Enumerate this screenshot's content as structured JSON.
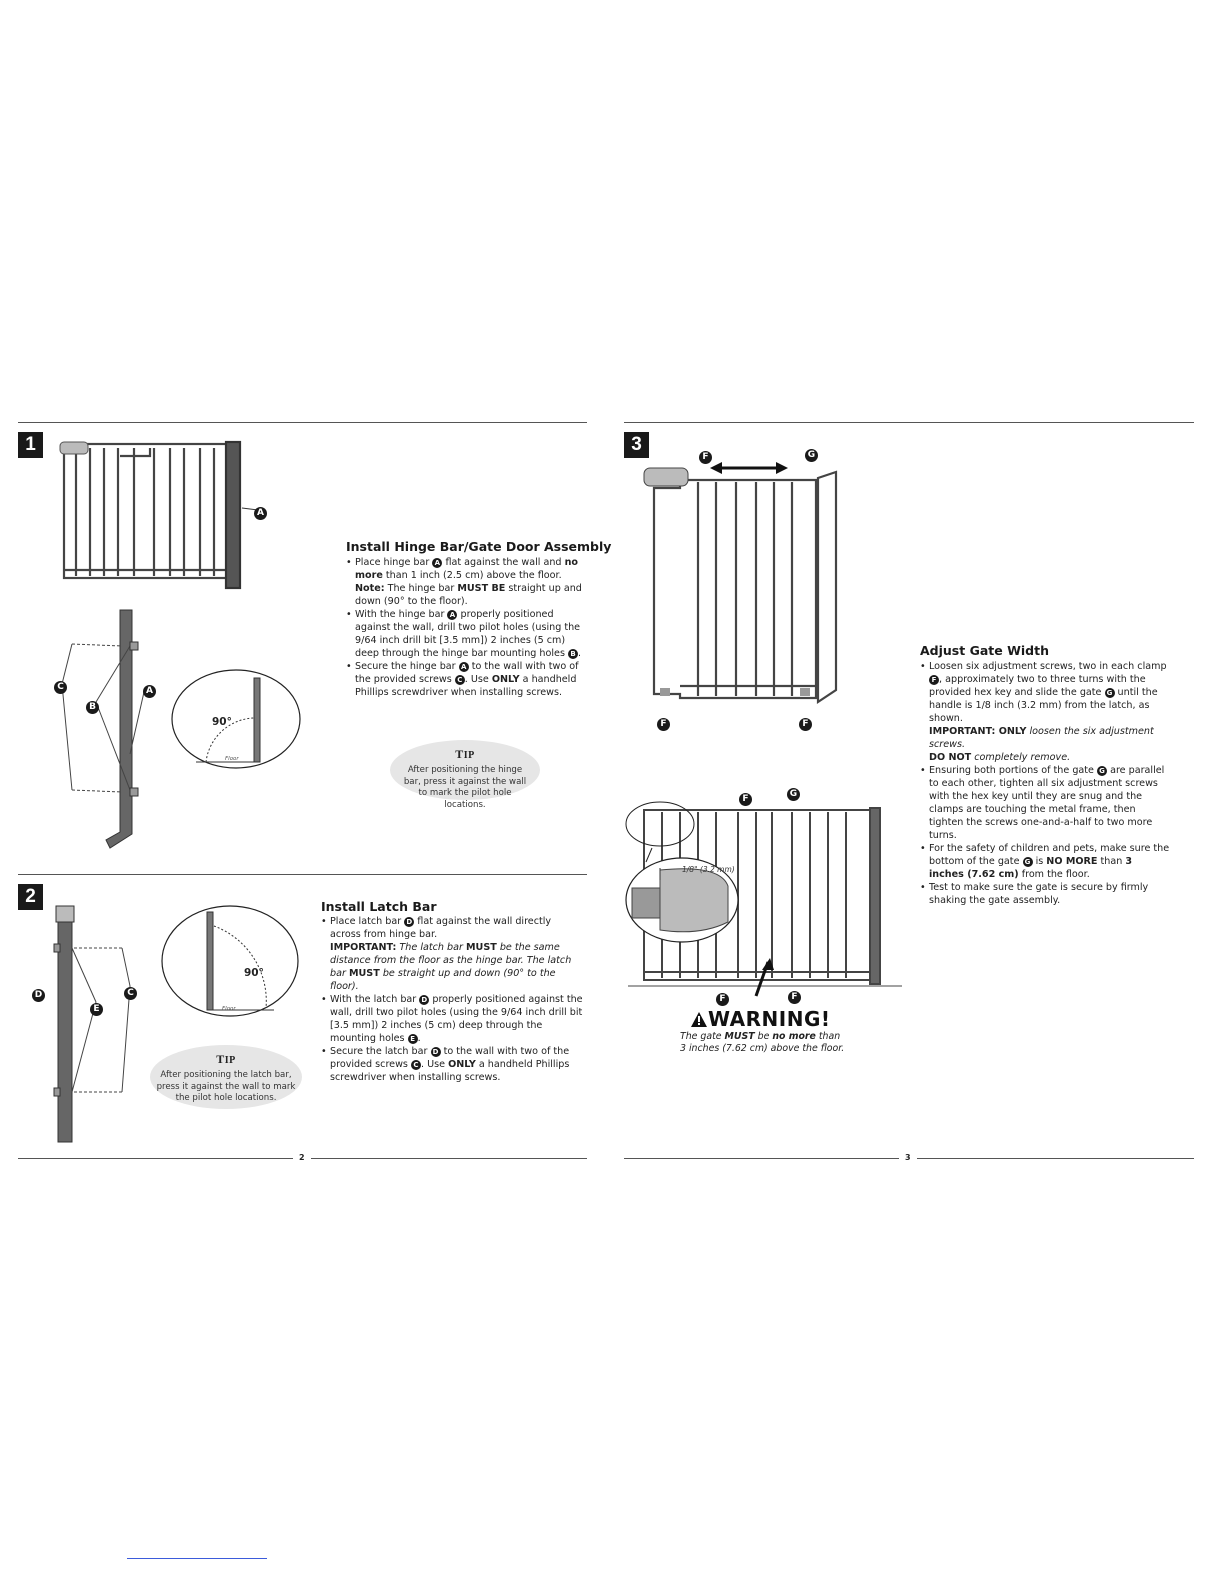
{
  "pages": {
    "left": {
      "number": "2",
      "step1": {
        "label": "1",
        "title": "Install Hinge Bar/Gate Door Assembly",
        "callout": "A",
        "detail_callouts": [
          "C",
          "B",
          "A"
        ],
        "angle_label": "90°",
        "floor_label": "Floor",
        "bullets": [
          {
            "parts": [
              {
                "t": "Place hinge bar "
              },
              {
                "badge": "A"
              },
              {
                "t": " flat against the wall and "
              },
              {
                "b": "no more"
              },
              {
                "t": " than 1 inch (2.5 cm) above the floor."
              },
              {
                "br": true
              },
              {
                "b": "Note:"
              },
              {
                "t": " The hinge bar "
              },
              {
                "b": "MUST BE"
              },
              {
                "t": " straight up and down (90° to the floor)."
              }
            ]
          },
          {
            "parts": [
              {
                "t": "With the hinge bar "
              },
              {
                "badge": "A"
              },
              {
                "t": " properly positioned against the wall, drill two pilot holes (using the 9/64 inch drill bit [3.5 mm]) 2 inches (5 cm) deep through the hinge bar mounting holes "
              },
              {
                "badge": "B"
              },
              {
                "t": "."
              }
            ]
          },
          {
            "parts": [
              {
                "t": "Secure the hinge bar "
              },
              {
                "badge": "A"
              },
              {
                "t": " to the wall with two of the provided screws "
              },
              {
                "badge": "C"
              },
              {
                "t": ". Use "
              },
              {
                "b": "ONLY"
              },
              {
                "t": " a handheld Phillips screwdriver when installing screws."
              }
            ]
          }
        ],
        "tip": {
          "title_big": "T",
          "title_small": "IP",
          "text": "After positioning the hinge bar, press it against the wall to mark the pilot hole locations."
        }
      },
      "step2": {
        "label": "2",
        "title": "Install Latch Bar",
        "callouts": [
          "D",
          "E",
          "C"
        ],
        "angle_label": "90°",
        "floor_label": "Floor",
        "bullets": [
          {
            "parts": [
              {
                "t": "Place latch bar "
              },
              {
                "badge": "D"
              },
              {
                "t": " flat against the wall directly across from hinge bar."
              },
              {
                "br": true
              },
              {
                "b": "IMPORTANT:"
              },
              {
                "i": " The latch bar "
              },
              {
                "b": "MUST"
              },
              {
                "i": " be the same distance from the floor as the hinge bar. The latch bar "
              },
              {
                "b": "MUST"
              },
              {
                "i": " be straight up and down (90° to the floor)."
              }
            ]
          },
          {
            "parts": [
              {
                "t": "With the latch bar "
              },
              {
                "badge": "D"
              },
              {
                "t": " properly positioned against the wall, drill two pilot holes (using the 9/64 inch drill bit [3.5 mm]) 2 inches (5 cm) deep through the mounting holes "
              },
              {
                "badge": "E"
              },
              {
                "t": "."
              }
            ]
          },
          {
            "parts": [
              {
                "t": "Secure the latch bar "
              },
              {
                "badge": "D"
              },
              {
                "t": " to the wall with two of the provided screws "
              },
              {
                "badge": "C"
              },
              {
                "t": ". Use "
              },
              {
                "b": "ONLY"
              },
              {
                "t": " a handheld Phillips screwdriver when installing screws."
              }
            ]
          }
        ],
        "tip": {
          "title_big": "T",
          "title_small": "IP",
          "text": "After positioning the latch bar, press it against the wall to mark the pilot hole locations."
        }
      }
    },
    "right": {
      "number": "3",
      "step3": {
        "label": "3",
        "title": "Adjust Gate Width",
        "callouts_top": [
          "F",
          "G",
          "F",
          "F"
        ],
        "callouts_bottom": [
          "F",
          "G",
          "F",
          "F"
        ],
        "gap_label": "1/8\" (3.2 mm)",
        "bullets": [
          {
            "parts": [
              {
                "t": "Loosen six adjustment screws, two in each clamp "
              },
              {
                "badge": "F"
              },
              {
                "t": ", approximately two to three turns with the provided hex key and slide the gate "
              },
              {
                "badge": "G"
              },
              {
                "t": " until the handle is 1/8 inch (3.2 mm) from the latch, as shown."
              },
              {
                "br": true
              },
              {
                "b": "IMPORTANT: ONLY"
              },
              {
                "i": " loosen the six adjustment screws."
              },
              {
                "br": true
              },
              {
                "b": "DO NOT"
              },
              {
                "i": " completely remove."
              }
            ]
          },
          {
            "parts": [
              {
                "t": "Ensuring both portions of the gate "
              },
              {
                "badge": "G"
              },
              {
                "t": " are parallel to each other, tighten all six adjustment screws with the hex key until they are snug and the clamps are touching the metal frame, then tighten the screws one-and-a-half to two more turns."
              }
            ]
          },
          {
            "parts": [
              {
                "t": "For the safety of children and pets, make sure the bottom of the gate "
              },
              {
                "badge": "G"
              },
              {
                "t": " is "
              },
              {
                "b": "NO MORE"
              },
              {
                "t": " than "
              },
              {
                "b": "3 inches (7.62 cm)"
              },
              {
                "t": " from the floor."
              }
            ]
          },
          {
            "parts": [
              {
                "t": "Test to make sure the gate is secure by firmly shaking the gate assembly."
              }
            ]
          }
        ],
        "warning": {
          "title": "WARNING!",
          "parts": [
            {
              "i": "The gate "
            },
            {
              "b": "MUST"
            },
            {
              "i": " be "
            },
            {
              "bi": "no more"
            },
            {
              "i": " than"
            },
            {
              "br": true
            },
            {
              "i": "3 inches (7.62 cm) above the floor."
            }
          ]
        }
      }
    }
  },
  "colors": {
    "ink": "#1a1a1a",
    "frame": "#444444",
    "tip_bg": "#e6e6e6",
    "link": "#3b5bdb"
  }
}
